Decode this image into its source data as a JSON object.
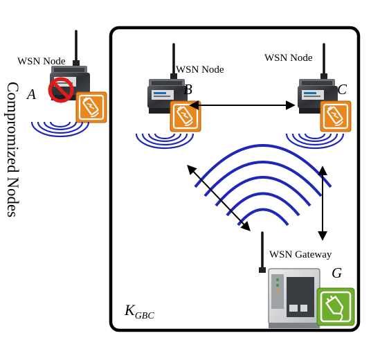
{
  "diagram": {
    "side_label": "Compromized Nodes",
    "region_label": {
      "main": "K",
      "sub": "GBC"
    },
    "nodes": [
      {
        "id": "A",
        "label": "WSN Node",
        "letter": "A",
        "status": "compromised"
      },
      {
        "id": "B",
        "label": "WSN Node",
        "letter": "B"
      },
      {
        "id": "C",
        "label": "WSN Node",
        "letter": "C"
      },
      {
        "id": "G",
        "label": "WSN Gateway",
        "letter": "G"
      }
    ],
    "edges": [
      {
        "from": "B",
        "to": "C",
        "type": "bidirectional"
      },
      {
        "from": "B",
        "to": "G",
        "type": "bidirectional"
      },
      {
        "from": "C",
        "to": "G",
        "type": "bidirectional"
      }
    ],
    "colors": {
      "wave": "#1f27b8",
      "badge_orange": "#e9861e",
      "badge_green": "#6fae2c",
      "prohibit": "#e01b1b",
      "box_border": "#000000"
    }
  }
}
